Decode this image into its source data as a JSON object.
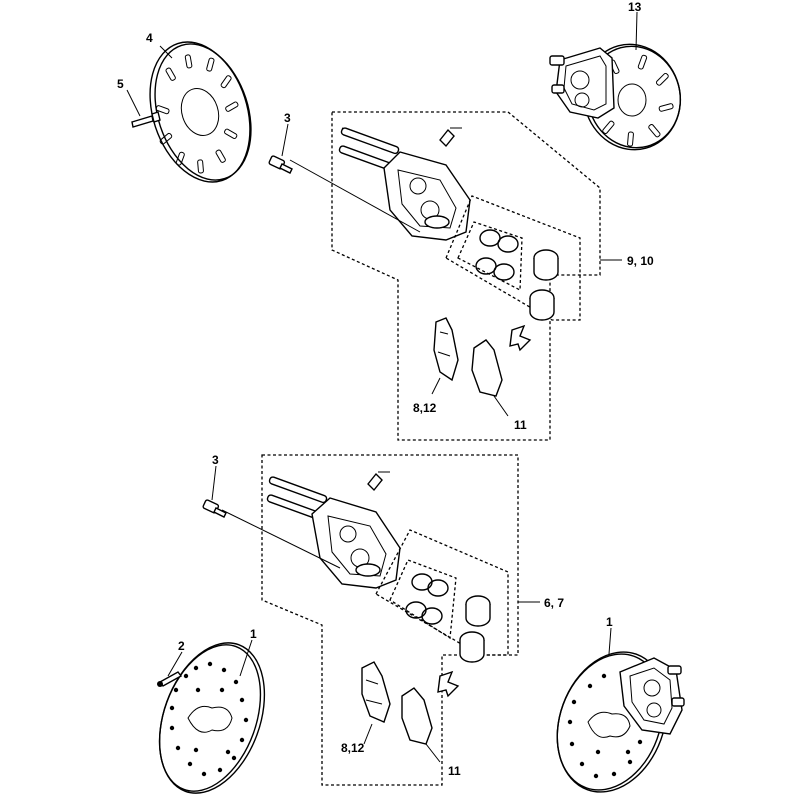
{
  "callouts": {
    "c1_left": "1",
    "c1_right": "1",
    "c2": "2",
    "c3_upper": "3",
    "c3_lower": "3",
    "c4": "4",
    "c5": "5",
    "c67": "6, 7",
    "c812_upper": "8,12",
    "c812_lower": "8,12",
    "c910": "9, 10",
    "c11_upper": "11",
    "c11_lower": "11",
    "c13": "13"
  }
}
